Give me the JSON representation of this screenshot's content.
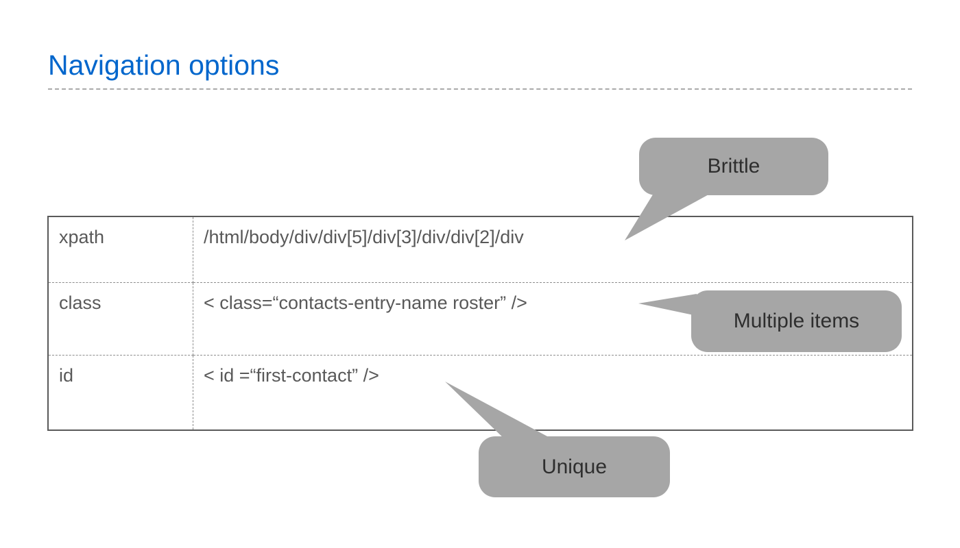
{
  "slide": {
    "title": "Navigation options",
    "colors": {
      "title_blue": "#0066CC",
      "bubble_gray": "#A6A6A6",
      "table_border": "#595959",
      "cell_text": "#595959"
    }
  },
  "table": {
    "rows": [
      {
        "label": "xpath",
        "value": "/html/body/div/div[5]/div[3]/div/div[2]/div"
      },
      {
        "label": "class",
        "value": "< class=“contacts-entry-name roster” />"
      },
      {
        "label": "id",
        "value": "< id =“first-contact” />"
      }
    ]
  },
  "callouts": [
    {
      "label": "Brittle",
      "points_to": "xpath value"
    },
    {
      "label": "Multiple items",
      "points_to": "class value"
    },
    {
      "label": "Unique",
      "points_to": "id value"
    }
  ]
}
